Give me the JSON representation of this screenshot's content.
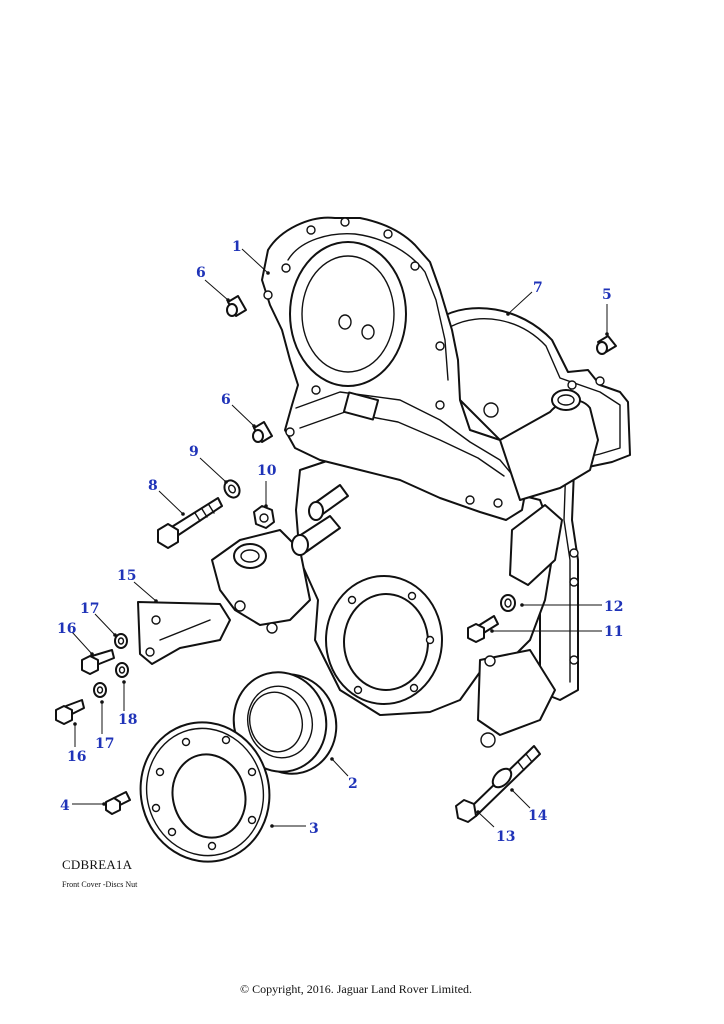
{
  "drawing_code": "CDBREA1A",
  "drawing_subtitle": "Front Cover -Discs Nut",
  "copyright": "© Copyright, 2016. Jaguar Land Rover Limited.",
  "callouts": {
    "c1": "1",
    "c2": "2",
    "c3": "3",
    "c4": "4",
    "c5": "5",
    "c6a": "6",
    "c6b": "6",
    "c7": "7",
    "c8": "8",
    "c9": "9",
    "c10": "10",
    "c11": "11",
    "c12": "12",
    "c13": "13",
    "c14": "14",
    "c15": "15",
    "c16a": "16",
    "c16b": "16",
    "c17a": "17",
    "c17b": "17",
    "c18": "18"
  },
  "colors": {
    "callout": "#1f33b8",
    "line": "#111111"
  }
}
